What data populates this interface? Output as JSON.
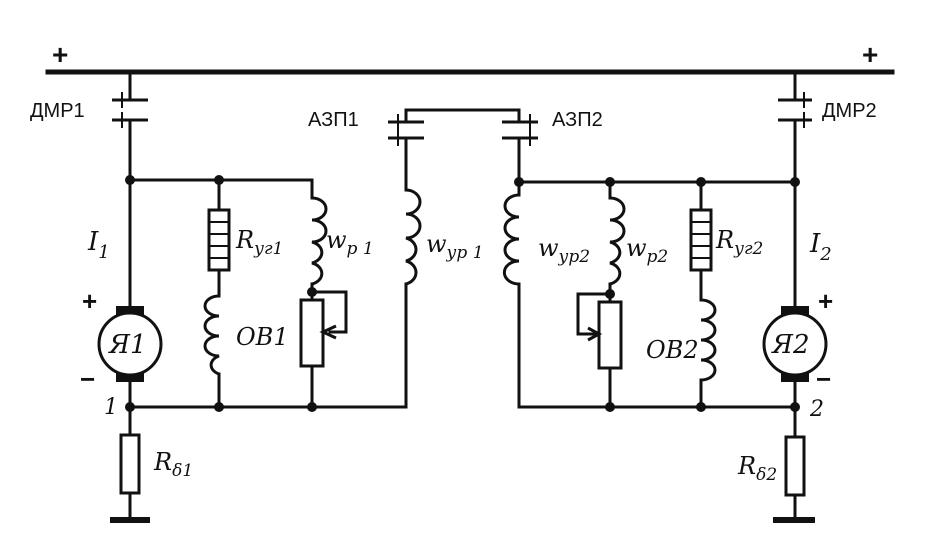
{
  "colors": {
    "ink": "#111111",
    "background": "#ffffff"
  },
  "bus": {
    "plus_left": "+",
    "plus_right": "+"
  },
  "contacts": {
    "dmr1": "ДМР1",
    "dmr2": "ДМР2",
    "azp1": "АЗП1",
    "azp2": "АЗП2"
  },
  "machines": {
    "armature1": "Я1",
    "armature2": "Я2",
    "current1": "I",
    "current1_sub": "1",
    "current2": "I",
    "current2_sub": "2",
    "plus1": "+",
    "minus1": "−",
    "plus2": "+",
    "minus2": "−"
  },
  "windings": {
    "ov1": "ОВ1",
    "ov2": "ОВ2",
    "wr1": "w",
    "wr1_sub": "р 1",
    "wr2": "w",
    "wr2_sub": "р2",
    "wur1": "w",
    "wur1_sub": "ур 1",
    "wur2": "w",
    "wur2_sub": "ур2"
  },
  "resistors": {
    "rur1": "R",
    "rur1_sub": "уг1",
    "rur2": "R",
    "rur2_sub": "уг2",
    "rd1": "R",
    "rd1_sub": "δ1",
    "rd2": "R",
    "rd2_sub": "δ2"
  },
  "nodes": {
    "n1": "1",
    "n2": "2"
  }
}
